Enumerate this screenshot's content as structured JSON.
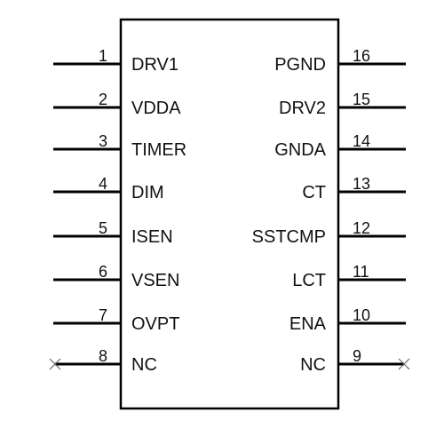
{
  "chip": {
    "left_pins": [
      {
        "number": "1",
        "name": "DRV1",
        "nc": false
      },
      {
        "number": "2",
        "name": "VDDA",
        "nc": false
      },
      {
        "number": "3",
        "name": "TIMER",
        "nc": false
      },
      {
        "number": "4",
        "name": "DIM",
        "nc": false
      },
      {
        "number": "5",
        "name": "ISEN",
        "nc": false
      },
      {
        "number": "6",
        "name": "VSEN",
        "nc": false
      },
      {
        "number": "7",
        "name": "OVPT",
        "nc": false
      },
      {
        "number": "8",
        "name": "NC",
        "nc": true
      }
    ],
    "right_pins": [
      {
        "number": "16",
        "name": "PGND",
        "nc": false
      },
      {
        "number": "15",
        "name": "DRV2",
        "nc": false
      },
      {
        "number": "14",
        "name": "GNDA",
        "nc": false
      },
      {
        "number": "13",
        "name": "CT",
        "nc": false
      },
      {
        "number": "12",
        "name": "SSTCMP",
        "nc": false
      },
      {
        "number": "11",
        "name": "LCT",
        "nc": false
      },
      {
        "number": "10",
        "name": "ENA",
        "nc": false
      },
      {
        "number": "9",
        "name": "NC",
        "nc": true
      }
    ]
  }
}
